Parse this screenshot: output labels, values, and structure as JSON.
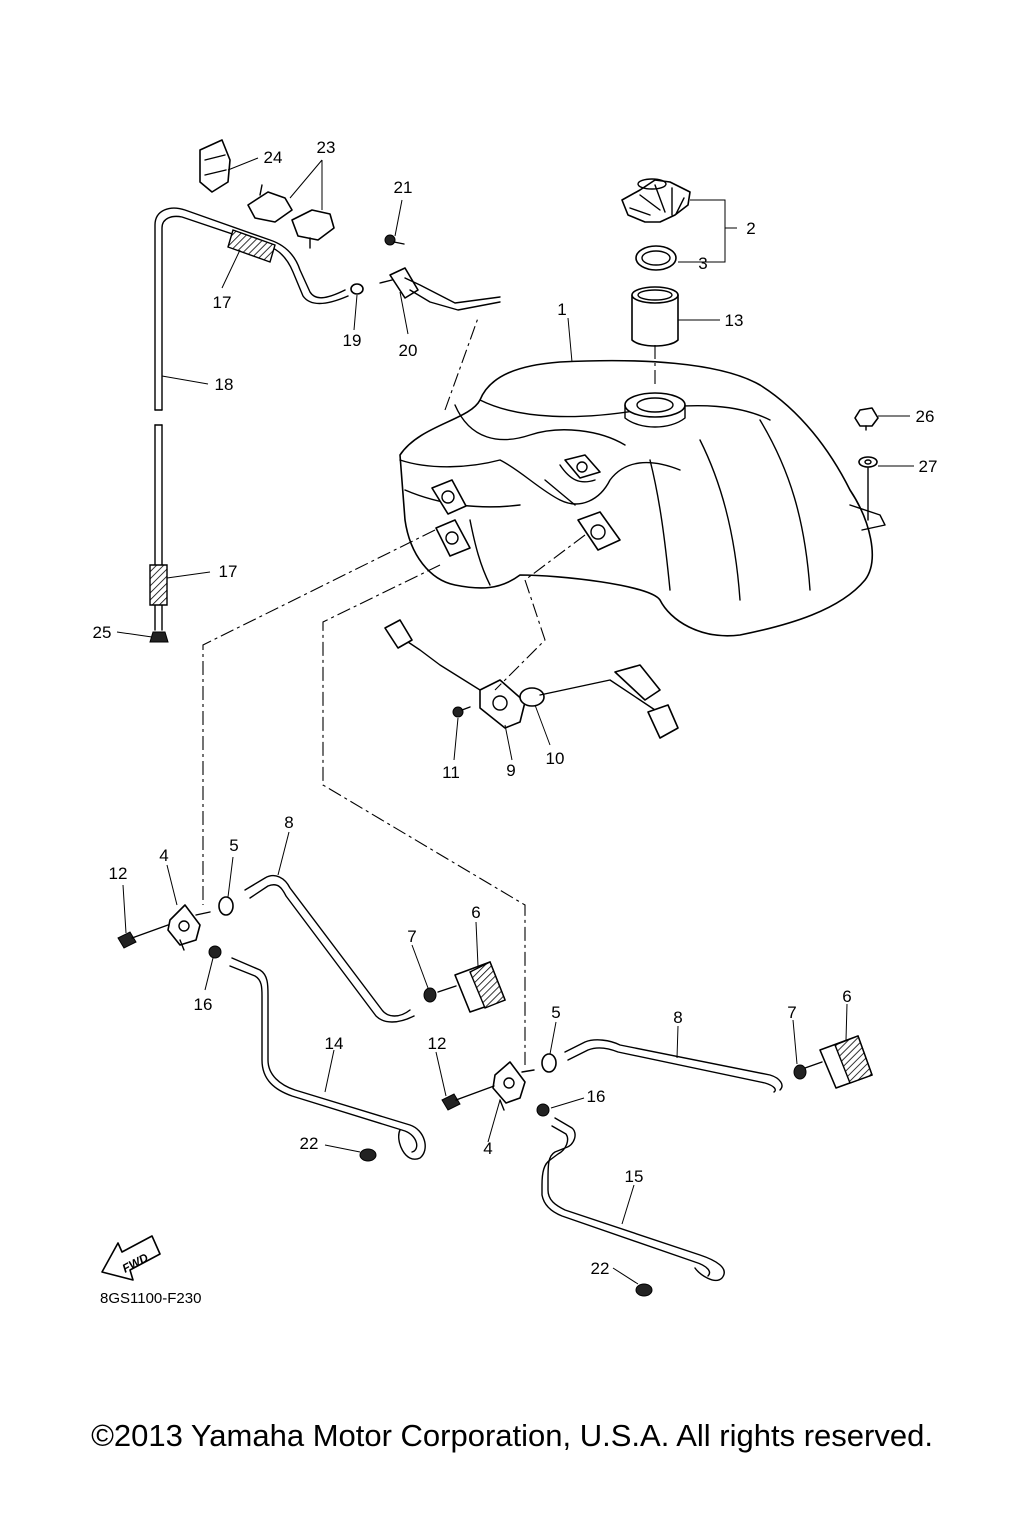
{
  "diagram": {
    "code": "8GS1100-F230",
    "fwd_label": "FWD",
    "copyright": "©2013 Yamaha Motor Corporation, U.S.A. All rights reserved.",
    "callouts": [
      {
        "id": "c1",
        "text": "1"
      },
      {
        "id": "c2",
        "text": "2"
      },
      {
        "id": "c3",
        "text": "3"
      },
      {
        "id": "c4a",
        "text": "4"
      },
      {
        "id": "c4b",
        "text": "4"
      },
      {
        "id": "c5a",
        "text": "5"
      },
      {
        "id": "c5b",
        "text": "5"
      },
      {
        "id": "c6a",
        "text": "6"
      },
      {
        "id": "c6b",
        "text": "6"
      },
      {
        "id": "c7a",
        "text": "7"
      },
      {
        "id": "c7b",
        "text": "7"
      },
      {
        "id": "c8a",
        "text": "8"
      },
      {
        "id": "c8b",
        "text": "8"
      },
      {
        "id": "c9",
        "text": "9"
      },
      {
        "id": "c10",
        "text": "10"
      },
      {
        "id": "c11",
        "text": "11"
      },
      {
        "id": "c12a",
        "text": "12"
      },
      {
        "id": "c12b",
        "text": "12"
      },
      {
        "id": "c13",
        "text": "13"
      },
      {
        "id": "c14",
        "text": "14"
      },
      {
        "id": "c15",
        "text": "15"
      },
      {
        "id": "c16a",
        "text": "16"
      },
      {
        "id": "c16b",
        "text": "16"
      },
      {
        "id": "c17a",
        "text": "17"
      },
      {
        "id": "c17b",
        "text": "17"
      },
      {
        "id": "c18",
        "text": "18"
      },
      {
        "id": "c19",
        "text": "19"
      },
      {
        "id": "c20",
        "text": "20"
      },
      {
        "id": "c21",
        "text": "21"
      },
      {
        "id": "c22a",
        "text": "22"
      },
      {
        "id": "c22b",
        "text": "22"
      },
      {
        "id": "c23",
        "text": "23"
      },
      {
        "id": "c24",
        "text": "24"
      },
      {
        "id": "c25",
        "text": "25"
      },
      {
        "id": "c26",
        "text": "26"
      },
      {
        "id": "c27",
        "text": "27"
      }
    ]
  }
}
